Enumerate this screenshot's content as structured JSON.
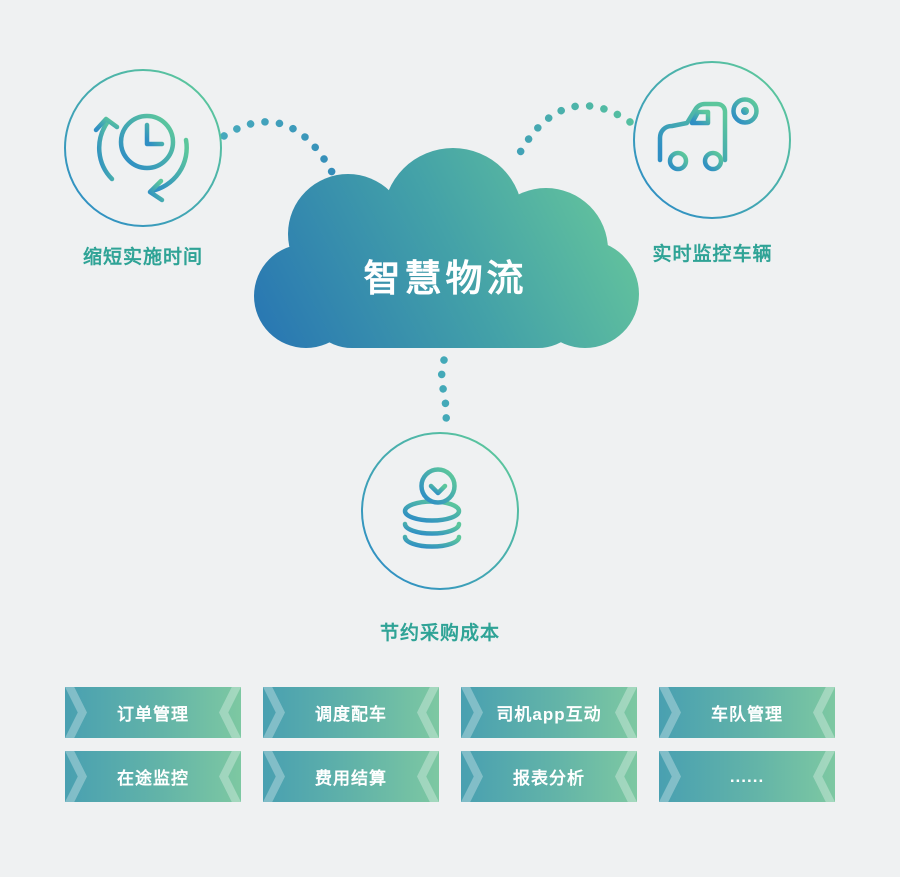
{
  "page": {
    "background_color": "#eff1f2"
  },
  "cloud": {
    "title": "智慧物流",
    "gradient_start": "#2a79b2",
    "gradient_end": "#68c89b"
  },
  "nodes": [
    {
      "label": "缩短实施时间",
      "icon": "clock-history-icon"
    },
    {
      "label": "实时监控车辆",
      "icon": "truck-surveillance-camera-icon"
    },
    {
      "label": "节约采购成本",
      "icon": "database-download-icon"
    }
  ],
  "features": {
    "rows": [
      [
        "订单管理",
        "调度配车",
        "司机app互动",
        "车队管理"
      ],
      [
        "在途监控",
        "费用结算",
        "报表分析",
        "......"
      ]
    ]
  },
  "colors": {
    "label_teal": "#2fa396",
    "ribbon_gradient_left": "#49a0b1",
    "ribbon_gradient_right": "#7dc8a2",
    "connector_teal": "#43a9b8",
    "icon_gradient_blue": "#2f8fc4",
    "icon_gradient_green": "#5cc79c"
  }
}
